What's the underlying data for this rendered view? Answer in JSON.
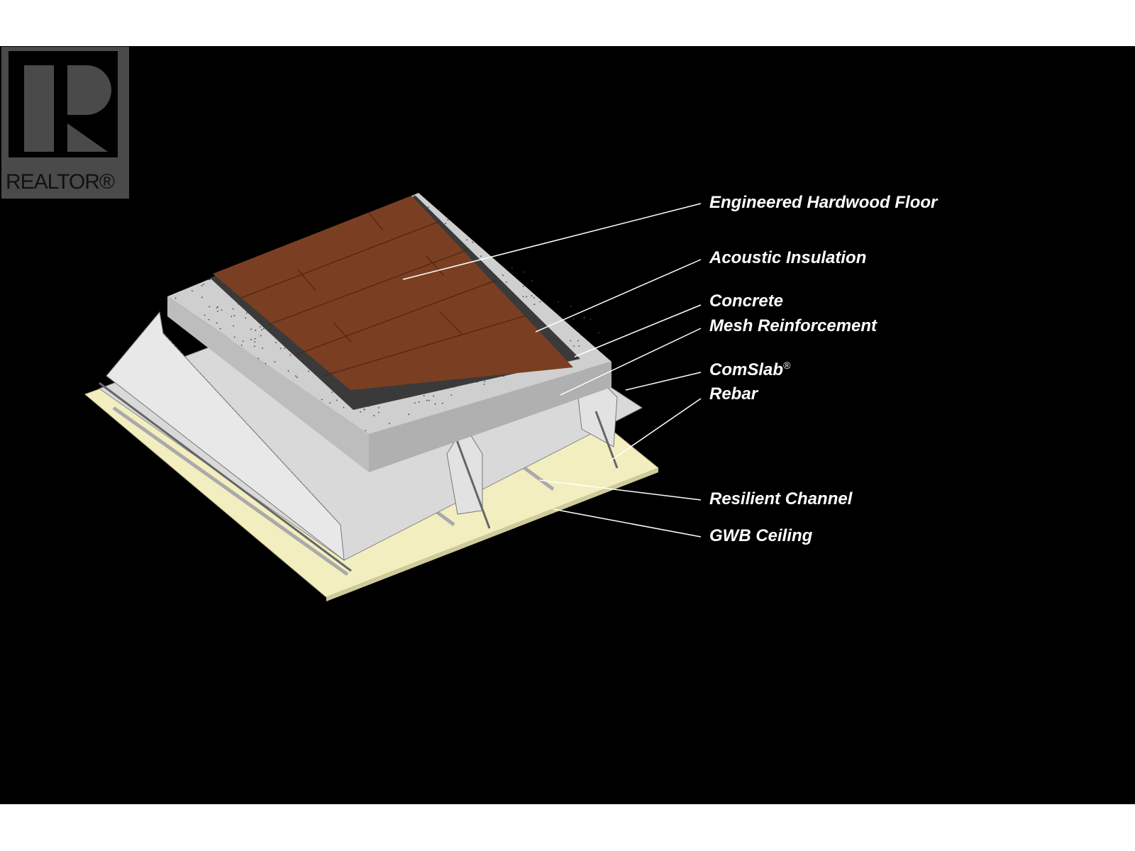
{
  "logo": {
    "text": "REALTOR",
    "mark": "®"
  },
  "labels": [
    {
      "text": "Engineered Hardwood Floor"
    },
    {
      "text": "Acoustic Insulation"
    },
    {
      "text": "Concrete"
    },
    {
      "text": "Mesh Reinforcement"
    },
    {
      "text": "ComSlab",
      "mark": "®"
    },
    {
      "text": "Rebar"
    },
    {
      "text": "Resilient Channel"
    },
    {
      "text": "GWB Ceiling"
    }
  ],
  "colors": {
    "background": "#000000",
    "wood": "#7a3f22",
    "concrete": "#c8c8c8",
    "insulation": "#3a3a3a",
    "deck": "#d9d9d9",
    "gwb": "#f2eec0"
  }
}
